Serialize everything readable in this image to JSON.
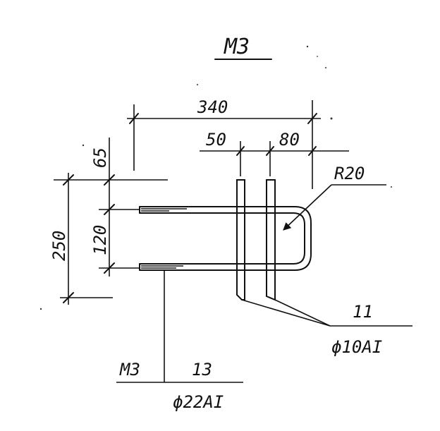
{
  "drawing": {
    "title": "M3",
    "dimensions": {
      "overall_width": "340",
      "spacing_left": "50",
      "spacing_right": "80",
      "top_offset": "65",
      "overall_height": "250",
      "hook_height": "120",
      "bend_radius": "R20"
    },
    "callouts": {
      "stirrup_number": "11",
      "stirrup_spec": "ϕ10AI",
      "bar_mark": "M3",
      "bar_number": "13",
      "bar_spec": "ϕ22AI"
    }
  }
}
